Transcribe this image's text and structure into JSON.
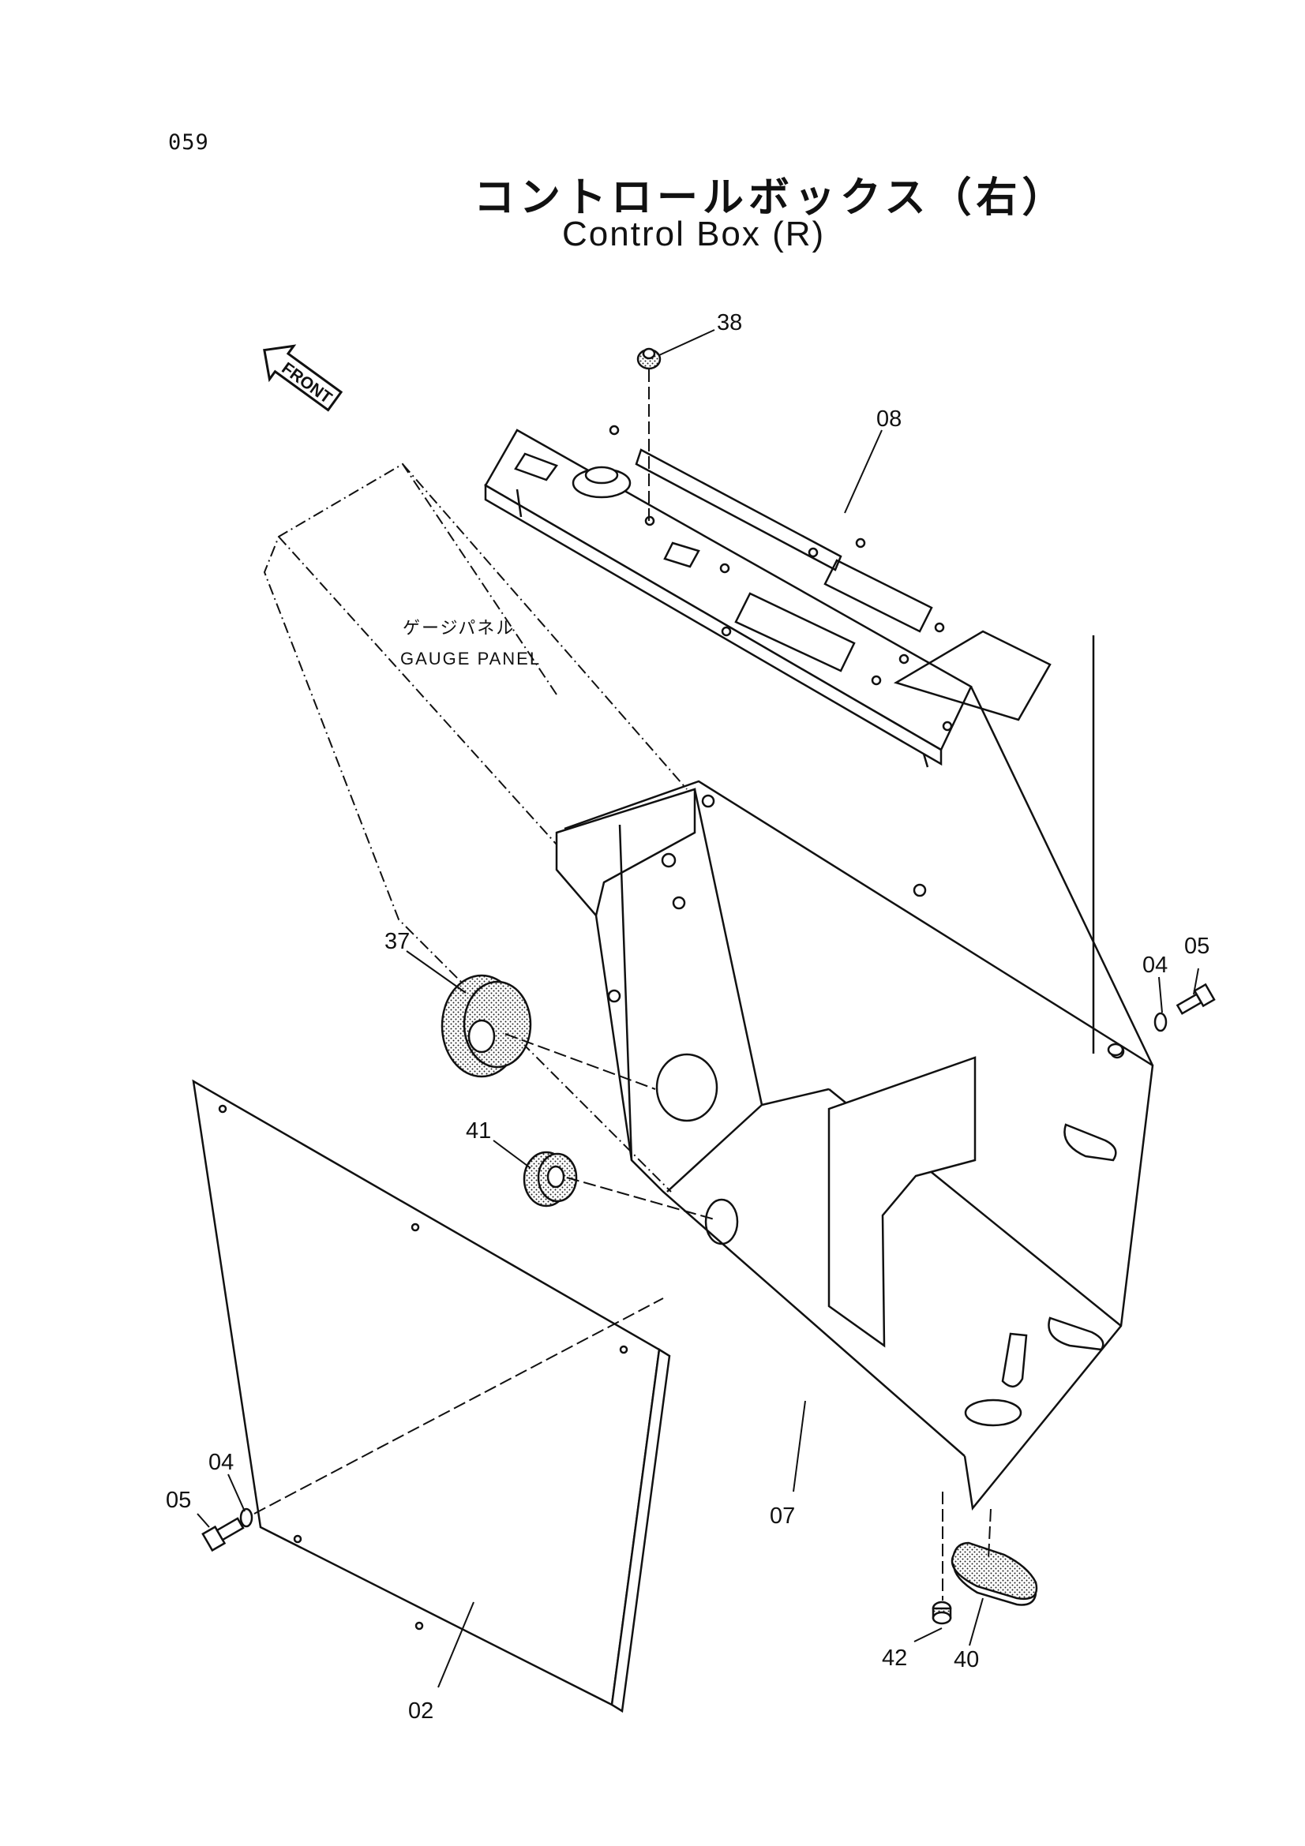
{
  "page": {
    "number": "059"
  },
  "title": {
    "japanese": "コントロールボックス（右）",
    "english": "Control Box (R)"
  },
  "front_indicator": {
    "label": "FRONT"
  },
  "gauge_panel_label": {
    "japanese": "ゲージパネル",
    "english": "GAUGE PANEL"
  },
  "callouts": {
    "c38": "38",
    "c08": "08",
    "c37": "37",
    "c41": "41",
    "c04_right": "04",
    "c05_right": "05",
    "c04_left": "04",
    "c05_left": "05",
    "c07": "07",
    "c02": "02",
    "c42": "42",
    "c40": "40"
  }
}
